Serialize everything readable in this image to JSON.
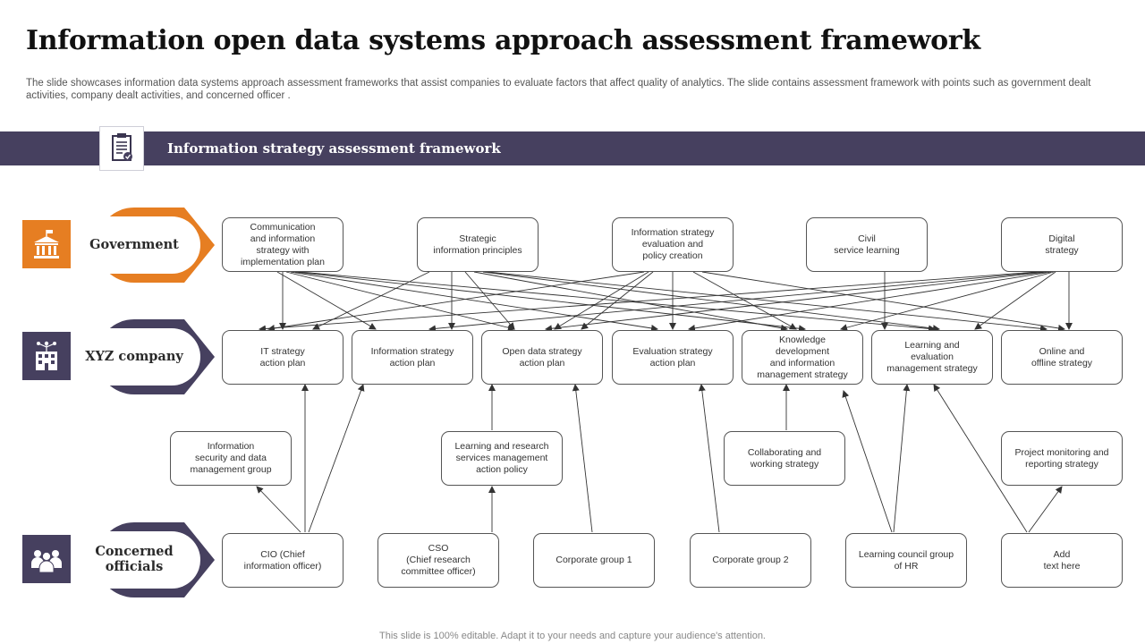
{
  "title": "Information open data systems approach assessment framework",
  "subtitle": "The slide showcases information data systems approach  assessment frameworks that assist companies to evaluate factors that affect quality of analytics. The slide contains assessment framework with points such as government dealt activities, company dealt activities, and concerned officer .",
  "band": {
    "title": "Information strategy assessment framework",
    "icon": "clipboard-check-icon"
  },
  "categories": [
    {
      "label": "Government",
      "icon": "government-building-icon",
      "color": "#e67e22"
    },
    {
      "label": "XYZ company",
      "icon": "company-building-icon",
      "color": "#46405f"
    },
    {
      "label": "Concerned officials",
      "icon": "people-group-icon",
      "color": "#46405f"
    }
  ],
  "boxes": {
    "gov": [
      "Communication\nand information\nstrategy with\nimplementation  plan",
      "Strategic\ninformation principles",
      "Information strategy\nevaluation and\npolicy creation",
      "Civil\nservice learning",
      "Digital\nstrategy"
    ],
    "company": [
      "IT strategy\naction plan",
      "Information strategy\naction plan",
      "Open data strategy\naction plan",
      "Evaluation strategy\naction plan",
      "Knowledge\ndevelopment\nand information\nmanagement  strategy",
      "Learning and\nevaluation\nmanagement strategy",
      "Online and\noffline strategy"
    ],
    "mid": [
      "Information\nsecurity and data\nmanagement group",
      "Learning and research\nservices management\naction policy",
      "Collaborating and\nworking strategy",
      "Project monitoring and\nreporting strategy"
    ],
    "officials": [
      "CIO  (Chief\ninformation officer)",
      "CSO\n(Chief research\ncommittee officer)",
      "Corporate group 1",
      "Corporate group 2",
      "Learning council group\nof HR",
      "Add\ntext here"
    ]
  },
  "footer": "This slide is 100% editable.  Adapt it to your needs and capture your audience's attention."
}
